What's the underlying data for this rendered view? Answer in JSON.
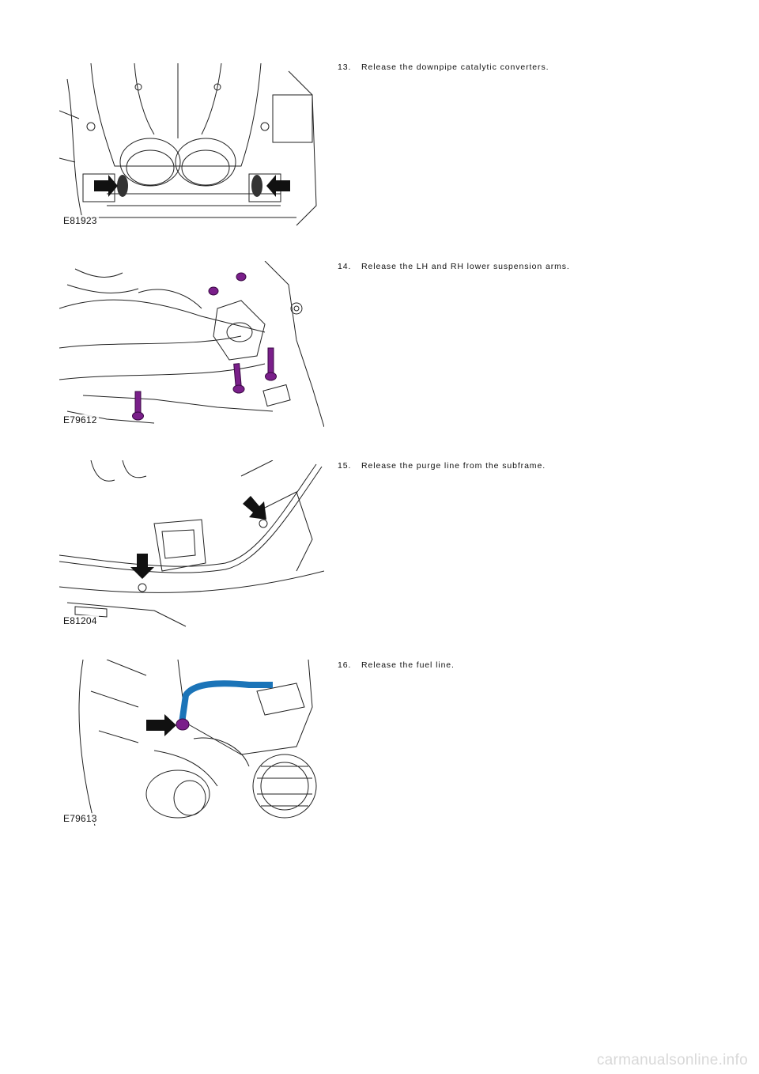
{
  "steps": [
    {
      "number": "13.",
      "text": "Release the downpipe catalytic converters.",
      "figure_id": "E81923"
    },
    {
      "number": "14.",
      "text": "Release the LH and RH lower suspension arms.",
      "figure_id": "E79612"
    },
    {
      "number": "15.",
      "text": "Release the purge line from the subframe.",
      "figure_id": "E81204"
    },
    {
      "number": "16.",
      "text": "Release the fuel line.",
      "figure_id": "E79613"
    }
  ],
  "colors": {
    "callout_purple": "#7a1f8a",
    "fuel_line_blue": "#1b74b8",
    "arrow_black": "#111111"
  },
  "watermark": "carmanualsonline.info"
}
